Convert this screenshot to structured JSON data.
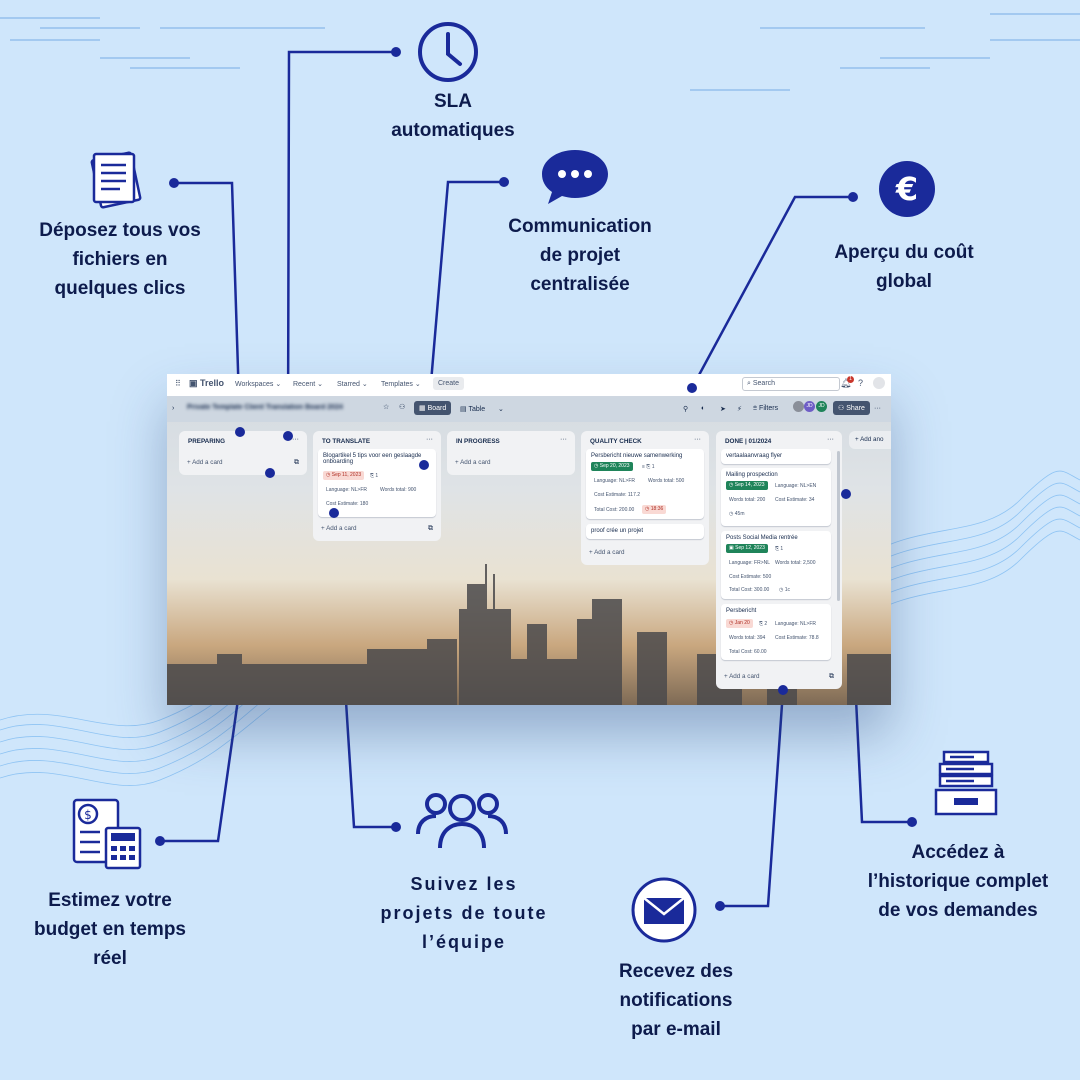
{
  "colors": {
    "background": "#cfe6fb",
    "navy": "#1a2a9a",
    "text": "#0d1b4c",
    "wave": "#8ec5f2"
  },
  "features": {
    "files": [
      "Déposez tous vos",
      "fichiers en",
      "quelques clics"
    ],
    "sla": [
      "SLA",
      "automatiques"
    ],
    "communication": [
      "Communication",
      "de projet",
      "centralisée"
    ],
    "cost": [
      "Aperçu du coût",
      "global"
    ],
    "budget": [
      "Estimez votre",
      "budget en temps",
      "réel"
    ],
    "team": [
      "Suivez les",
      "projets de toute",
      "l’équipe"
    ],
    "email": [
      "Recevez des",
      "notifications",
      "par e-mail"
    ],
    "history": [
      "Accédez à",
      "l’historique complet",
      "de vos demandes"
    ]
  },
  "icons": [
    "documents-icon",
    "clock-icon",
    "chat-bubble-icon",
    "euro-icon",
    "calculator-icon",
    "team-icon",
    "envelope-icon",
    "archive-icon"
  ],
  "trello": {
    "topbar": {
      "logo": "Trello",
      "workspaces": "Workspaces",
      "recent": "Recent",
      "starred": "Starred",
      "templates": "Templates",
      "create": "Create",
      "search_placeholder": "Search",
      "notif_count": "1"
    },
    "boardbar": {
      "title": "Private Template Client Translation Board 2024",
      "board": "Board",
      "table": "Table",
      "filters": "Filters",
      "share": "Share",
      "members": [
        "JD",
        "JD"
      ]
    },
    "add_card": "Add a card",
    "columns": [
      {
        "title": "PREPARING",
        "cards": []
      },
      {
        "title": "TO TRANSLATE",
        "cards": [
          {
            "title": "Blogartikel 5 tips voor een geslaagde onboarding",
            "date": "Sep 11, 2023",
            "attachments": "1",
            "language": "Language: NL>FR",
            "words": "Words total: 900",
            "cost_estimate": "Cost Estimate: 180"
          }
        ]
      },
      {
        "title": "IN PROGRESS",
        "cards": []
      },
      {
        "title": "QUALITY CHECK",
        "cards": [
          {
            "title": "Persbericht nieuwe samenwerking",
            "date": "Sep 20, 2023",
            "attachments": "1",
            "language": "Language: NL>FR",
            "words": "Words total: 500",
            "cost_estimate": "Cost Estimate: 117.2",
            "total": "Total Cost: 200.00",
            "time": "18:36"
          },
          {
            "title": "proof crée un projet"
          }
        ]
      },
      {
        "title": "DONE | 01/2024",
        "cards": [
          {
            "title": "vertaalaanvraag flyer"
          },
          {
            "title": "Mailing prospection",
            "date": "Sep 14, 2023",
            "language": "Language: NL>EN",
            "words": "Words total: 200",
            "cost_estimate": "Cost Estimate: 34",
            "time": "45m"
          },
          {
            "title": "Posts Social Media rentrée",
            "date": "Sep 12, 2023",
            "attachments": "1",
            "language": "Language: FR>NL",
            "words": "Words total: 2,500",
            "cost_estimate": "Cost Estimate: 500",
            "total": "Total Cost: 300.00",
            "time": "1c"
          },
          {
            "title": "Persbericht",
            "date": "Jan 20",
            "attachments": "2",
            "language": "Language: NL>FR",
            "words": "Words total: 394",
            "cost_estimate": "Cost Estimate: 78.8",
            "total": "Total Cost: 60.00"
          }
        ]
      }
    ],
    "add_another": "Add ano"
  }
}
